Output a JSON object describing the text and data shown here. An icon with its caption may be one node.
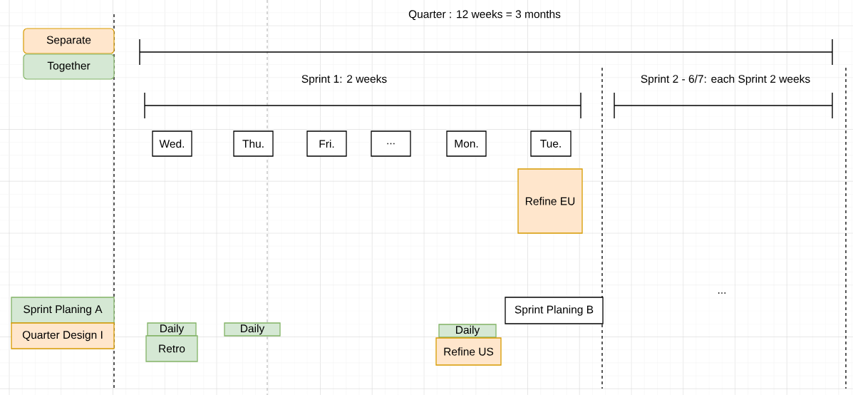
{
  "diagram": {
    "nodes": [
      {
        "text": [
          "Wed."
        ]
      },
      {
        "text": [
          "Thu."
        ]
      },
      {
        "text": [
          "Fri."
        ]
      },
      {
        "text": [
          "..."
        ]
      },
      {
        "text": [
          "Mon."
        ]
      },
      {
        "text": [
          "Tue."
        ]
      },
      {
        "text": [
          "Refine EU"
        ]
      },
      {
        "text": [
          "Sprint Planing A"
        ]
      },
      {
        "text": [
          "Quarter Design I"
        ]
      },
      {
        "text": [
          "Daily"
        ]
      },
      {
        "text": [
          "Retro"
        ]
      },
      {
        "text": [
          "Daily"
        ]
      },
      {
        "text": [
          "Daily"
        ]
      },
      {
        "text": [
          "Refine US"
        ]
      },
      {
        "text": [
          "Sprint Planing B"
        ]
      }
    ],
    "edges": [],
    "labels": [
      "Quarter : 12 weeks = 3 months",
      "Sprint 1: 2 weeks",
      "Sprint 2 - 6/7: each Sprint 2 weeks",
      "..."
    ],
    "legend": [
      {
        "text": "Separate",
        "color": "#ffe6cc"
      },
      {
        "text": "Together",
        "color": "#d5e8d4"
      }
    ]
  }
}
